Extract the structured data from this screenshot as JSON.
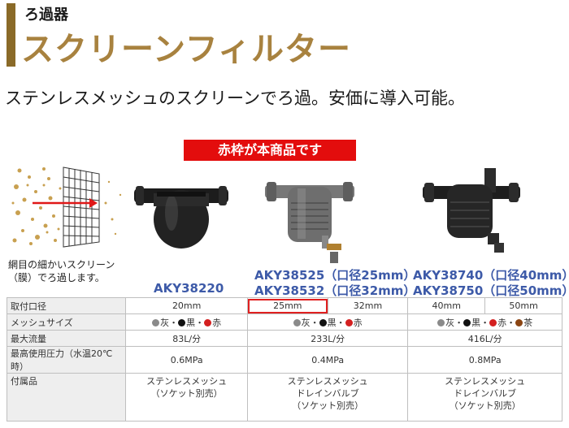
{
  "header": {
    "kicker": "ろ過器",
    "title": "スクリーンフィルター"
  },
  "lead": "ステンレスメッシュのスクリーンでろ過。安価に導入可能。",
  "badge": "赤枠が本商品です",
  "illustration": {
    "caption": "網目の細かいスクリーン（膜）でろ過します。"
  },
  "products": [
    {
      "models": [
        "AKY38220"
      ]
    },
    {
      "models": [
        "AKY38525（口径25mm）",
        "AKY38532（口径32mm）"
      ]
    },
    {
      "models": [
        "AKY38740（口径40mm）",
        "AKY38750（口径50mm）"
      ]
    }
  ],
  "table": {
    "rows": [
      {
        "label": "取付口径",
        "c1": "20mm",
        "c2a": "25mm",
        "c2b": "32mm",
        "c3a": "40mm",
        "c3b": "50mm"
      },
      {
        "label": "メッシュサイズ",
        "c1": [
          {
            "color": "#8a8a8a",
            "text": "灰・"
          },
          {
            "color": "#111111",
            "text": "黒・"
          },
          {
            "color": "#d42020",
            "text": "赤"
          }
        ],
        "c2": [
          {
            "color": "#8a8a8a",
            "text": "灰・"
          },
          {
            "color": "#111111",
            "text": "黒・"
          },
          {
            "color": "#d42020",
            "text": "赤"
          }
        ],
        "c3": [
          {
            "color": "#8a8a8a",
            "text": "灰・"
          },
          {
            "color": "#111111",
            "text": "黒・"
          },
          {
            "color": "#d42020",
            "text": "赤・"
          },
          {
            "color": "#8b4513",
            "text": "茶"
          }
        ]
      },
      {
        "label": "最大流量",
        "c1": "83L/分",
        "c2": "233L/分",
        "c3": "416L/分"
      },
      {
        "label": "最高使用圧力（水温20℃時）",
        "c1": "0.6MPa",
        "c2": "0.4MPa",
        "c3": "0.8MPa"
      },
      {
        "label": "付属品",
        "c1": [
          "ステンレスメッシュ",
          "（ソケット別売）"
        ],
        "c2": [
          "ステンレスメッシュ",
          "ドレインバルブ",
          "（ソケット別売）"
        ],
        "c3": [
          "ステンレスメッシュ",
          "ドレインバルブ",
          "（ソケット別売）"
        ]
      }
    ]
  }
}
